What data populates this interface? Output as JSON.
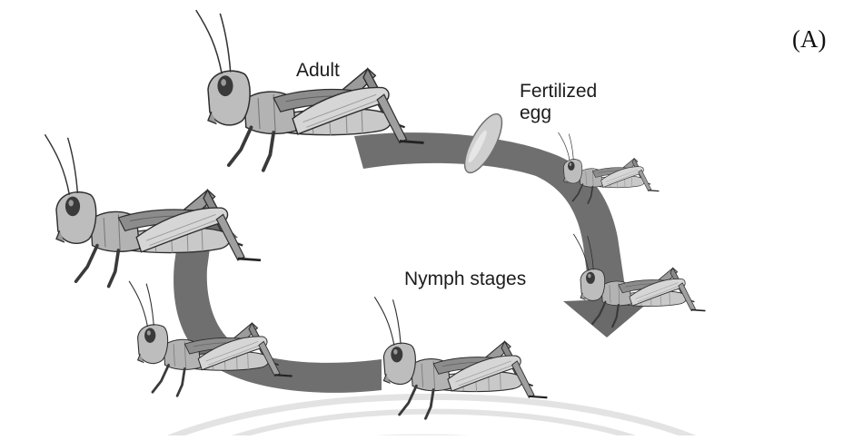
{
  "figure": {
    "panel_tag": "(A)",
    "labels": {
      "adult": "Adult",
      "egg_line1": "Fertilized",
      "egg_line2": "egg",
      "nymph": "Nymph stages"
    },
    "colors": {
      "arrow": "#6f6f6f",
      "arrow_dark": "#5a5a5a",
      "body_light": "#d9d9d9",
      "body_mid": "#a9a9a9",
      "body_dark": "#555555",
      "outline": "#2e2e2e",
      "egg": "#cfcfcf",
      "arc": "#e3e3e3"
    },
    "icons": [
      "grasshopper-adult-icon",
      "egg-icon",
      "grasshopper-nymph-icon",
      "cycle-arrow-icon"
    ]
  }
}
